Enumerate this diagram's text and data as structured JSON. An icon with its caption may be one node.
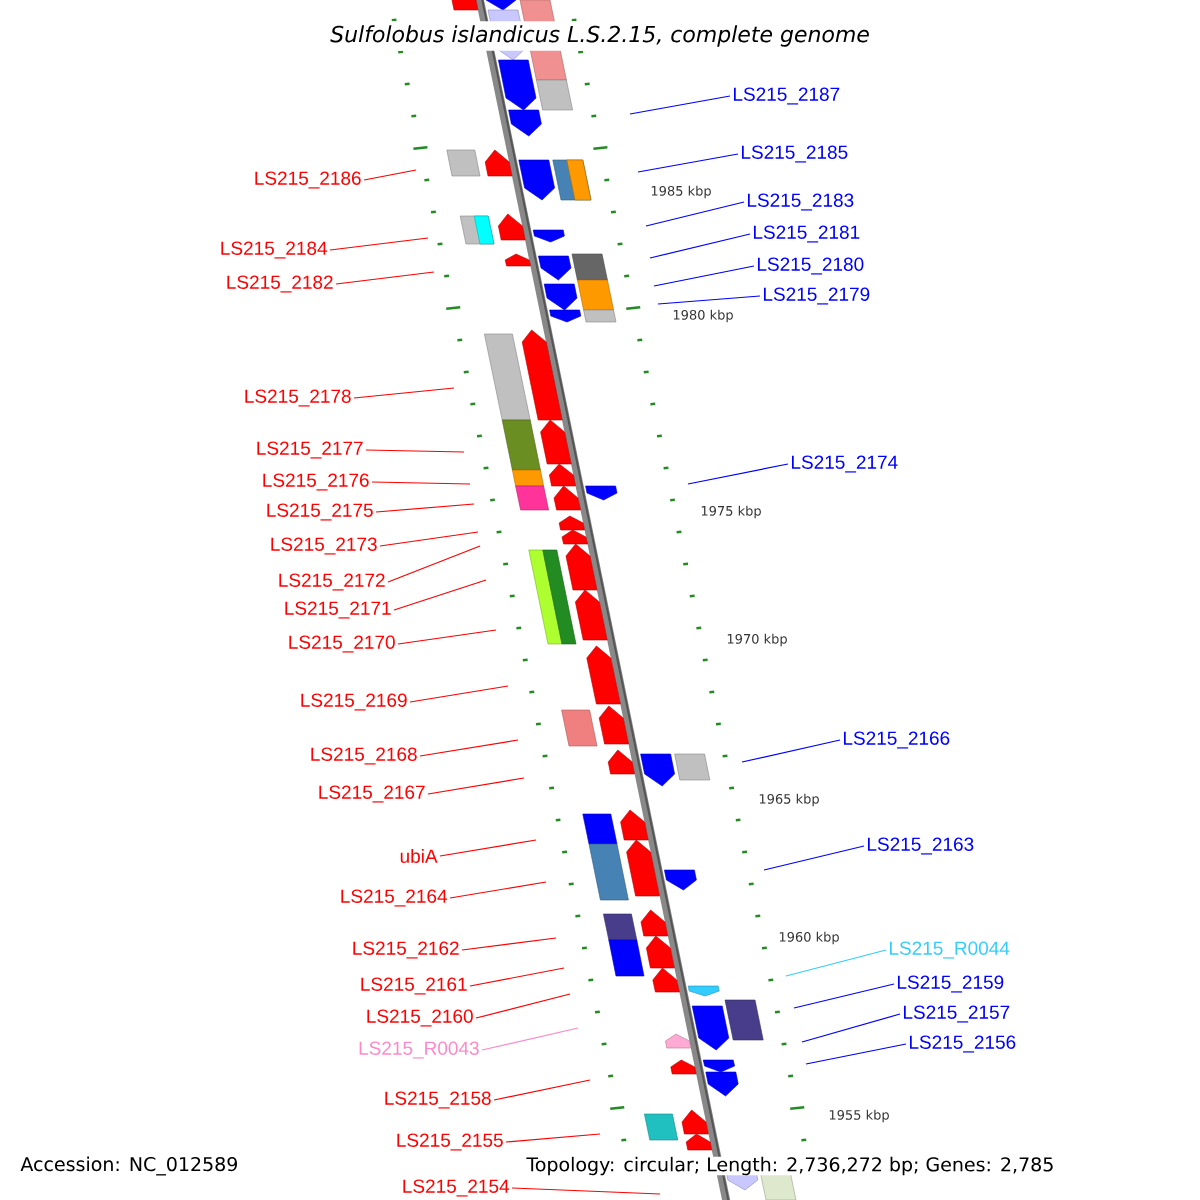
{
  "diagram": {
    "title": "Sulfolobus islandicus L.S.2.15, complete genome",
    "nodes": [
      {
        "text": [
          "LS215_2187"
        ]
      },
      {
        "text": [
          "LS215_2185"
        ]
      },
      {
        "text": [
          "LS215_2186"
        ]
      },
      {
        "text": [
          "LS215_2183"
        ]
      },
      {
        "text": [
          "LS215_2181"
        ]
      },
      {
        "text": [
          "LS215_2184"
        ]
      },
      {
        "text": [
          "LS215_2180"
        ]
      },
      {
        "text": [
          "LS215_2182"
        ]
      },
      {
        "text": [
          "LS215_2179"
        ]
      },
      {
        "text": [
          "LS215_2178"
        ]
      },
      {
        "text": [
          "LS215_2177"
        ]
      },
      {
        "text": [
          "LS215_2174"
        ]
      },
      {
        "text": [
          "LS215_2176"
        ]
      },
      {
        "text": [
          "LS215_2175"
        ]
      },
      {
        "text": [
          "LS215_2173"
        ]
      },
      {
        "text": [
          "LS215_2172"
        ]
      },
      {
        "text": [
          "LS215_2171"
        ]
      },
      {
        "text": [
          "LS215_2170"
        ]
      },
      {
        "text": [
          "LS215_2169"
        ]
      },
      {
        "text": [
          "LS215_2166"
        ]
      },
      {
        "text": [
          "LS215_2168"
        ]
      },
      {
        "text": [
          "LS215_2167"
        ]
      },
      {
        "text": [
          "LS215_2163"
        ]
      },
      {
        "text": [
          "ubiA"
        ]
      },
      {
        "text": [
          "LS215_2164"
        ]
      },
      {
        "text": [
          "LS215_2162"
        ]
      },
      {
        "text": [
          "LS215_R0044"
        ]
      },
      {
        "text": [
          "LS215_2159"
        ]
      },
      {
        "text": [
          "LS215_2161"
        ]
      },
      {
        "text": [
          "LS215_2157"
        ]
      },
      {
        "text": [
          "LS215_2160"
        ]
      },
      {
        "text": [
          "LS215_2156"
        ]
      },
      {
        "text": [
          "LS215_R0043"
        ]
      },
      {
        "text": [
          "LS215_2158"
        ]
      },
      {
        "text": [
          "LS215_2155"
        ]
      },
      {
        "text": [
          "LS215_2154"
        ]
      }
    ],
    "edges": [
      {
        "from": 0,
        "to": null,
        "arrow": "none",
        "color": "#0000ff"
      },
      {
        "from": 1,
        "to": null,
        "arrow": "none",
        "color": "#0000ff"
      },
      {
        "from": 2,
        "to": null,
        "arrow": "none"
      },
      {
        "from": 3,
        "to": null,
        "arrow": "none",
        "color": "#0000ff"
      },
      {
        "from": 4,
        "to": null,
        "arrow": "none",
        "color": "#0000ff"
      },
      {
        "from": 5,
        "to": null,
        "arrow": "none"
      },
      {
        "from": 6,
        "to": null,
        "arrow": "none",
        "color": "#0000ff"
      },
      {
        "from": 7,
        "to": null,
        "arrow": "none"
      },
      {
        "from": 8,
        "to": null,
        "arrow": "none",
        "color": "#0000ff"
      },
      {
        "from": 9,
        "to": null,
        "arrow": "none"
      },
      {
        "from": 10,
        "to": null,
        "arrow": "none"
      },
      {
        "from": 11,
        "to": null,
        "arrow": "none",
        "color": "#0000ff"
      },
      {
        "from": 12,
        "to": null,
        "arrow": "none"
      },
      {
        "from": 13,
        "to": null,
        "arrow": "none"
      },
      {
        "from": 14,
        "to": null,
        "arrow": "none"
      },
      {
        "from": 15,
        "to": null,
        "arrow": "none"
      },
      {
        "from": 16,
        "to": null,
        "arrow": "none"
      },
      {
        "from": 17,
        "to": null,
        "arrow": "none"
      },
      {
        "from": 18,
        "to": null,
        "arrow": "none"
      },
      {
        "from": 19,
        "to": null,
        "arrow": "none",
        "color": "#0000ff"
      },
      {
        "from": 20,
        "to": null,
        "arrow": "none"
      },
      {
        "from": 21,
        "to": null,
        "arrow": "none"
      },
      {
        "from": 22,
        "to": null,
        "arrow": "none",
        "color": "#0000ff"
      },
      {
        "from": 23,
        "to": null,
        "arrow": "none"
      },
      {
        "from": 24,
        "to": null,
        "arrow": "none"
      },
      {
        "from": 25,
        "to": null,
        "arrow": "none"
      },
      {
        "from": 26,
        "to": null,
        "arrow": "none",
        "color": "#33ccff"
      },
      {
        "from": 27,
        "to": null,
        "arrow": "none",
        "color": "#0000ff"
      },
      {
        "from": 28,
        "to": null,
        "arrow": "none"
      },
      {
        "from": 29,
        "to": null,
        "arrow": "none",
        "color": "#0000ff"
      },
      {
        "from": 30,
        "to": null,
        "arrow": "none"
      },
      {
        "from": 31,
        "to": null,
        "arrow": "none",
        "color": "#0000ff"
      },
      {
        "from": 32,
        "to": null,
        "arrow": "none",
        "color": "#ff88c8"
      },
      {
        "from": 33,
        "to": null,
        "arrow": "none"
      },
      {
        "from": 34,
        "to": null,
        "arrow": "none"
      },
      {
        "from": 35,
        "to": null,
        "arrow": "none"
      }
    ],
    "labels": [
      "1985 kbp",
      "1980 kbp",
      "1975 kbp",
      "1970 kbp",
      "1965 kbp",
      "1960 kbp",
      "1955 kbp",
      "Accession: NC_012589",
      "Topology: circular; Length: 2,736,272 bp; Genes: 2,785"
    ]
  }
}
